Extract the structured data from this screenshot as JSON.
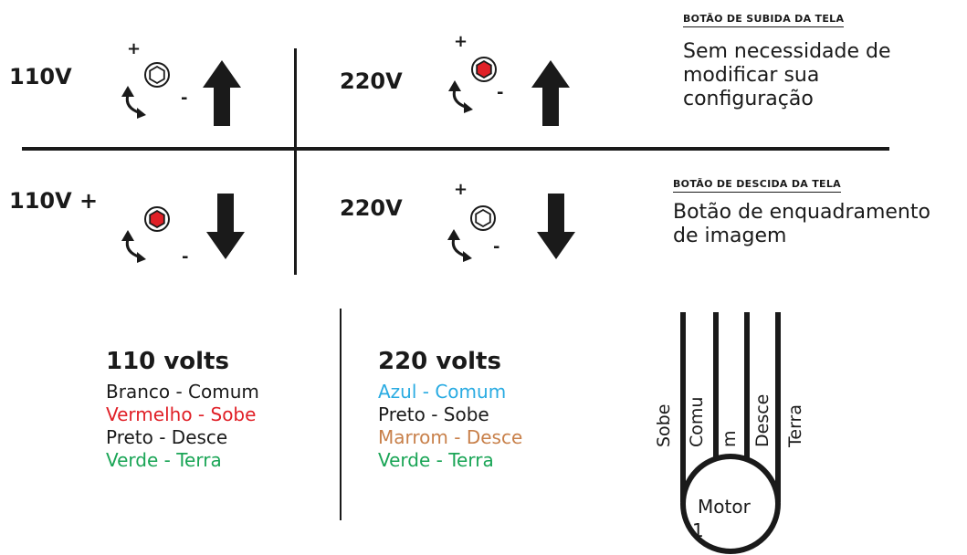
{
  "panels": {
    "top_left": {
      "voltage": "110V",
      "plus": "+",
      "minus": "-",
      "knob_color": "#ffffff",
      "arrow": "up"
    },
    "top_right": {
      "voltage": "220V",
      "plus": "+",
      "minus": "-",
      "knob_color": "#e02027",
      "arrow": "up"
    },
    "bottom_left": {
      "voltage": "110V +",
      "minus": "-",
      "knob_color": "#e02027",
      "arrow": "down"
    },
    "bottom_right": {
      "voltage": "220V",
      "plus": "+",
      "minus": "-",
      "knob_color": "#ffffff",
      "arrow": "down"
    }
  },
  "captions": {
    "up": {
      "title": "BOTÃO DE SUBIDA DA TELA",
      "desc_lines": [
        "Sem necessidade de",
        "modificar sua",
        "configuração"
      ]
    },
    "down": {
      "title": "BOTÃO DE DESCIDA DA TELA",
      "desc_lines": [
        "Botão de enquadramento",
        "de imagem"
      ]
    }
  },
  "wiring": {
    "v110": {
      "title": "110 volts",
      "lines": [
        {
          "text": "Branco - Comum",
          "color": "#1a1a1a"
        },
        {
          "text": "Vermelho - Sobe",
          "color": "#e02027"
        },
        {
          "text": "Preto - Desce",
          "color": "#1a1a1a"
        },
        {
          "text": "Verde - Terra",
          "color": "#1aa556"
        }
      ]
    },
    "v220": {
      "title": "220 volts",
      "lines": [
        {
          "text": "Azul - Comum",
          "color": "#29abe2"
        },
        {
          "text": "Preto - Sobe",
          "color": "#1a1a1a"
        },
        {
          "text": "Marrom - Desce",
          "color": "#c8804a"
        },
        {
          "text": "Verde - Terra",
          "color": "#1aa556"
        }
      ]
    }
  },
  "motor": {
    "label_lines": [
      "Motor",
      "1"
    ],
    "wires": [
      "Sobe",
      "Comu",
      "m",
      "Desce",
      "Terra"
    ]
  },
  "colors": {
    "ink": "#1a1a1a",
    "red": "#e02027"
  }
}
